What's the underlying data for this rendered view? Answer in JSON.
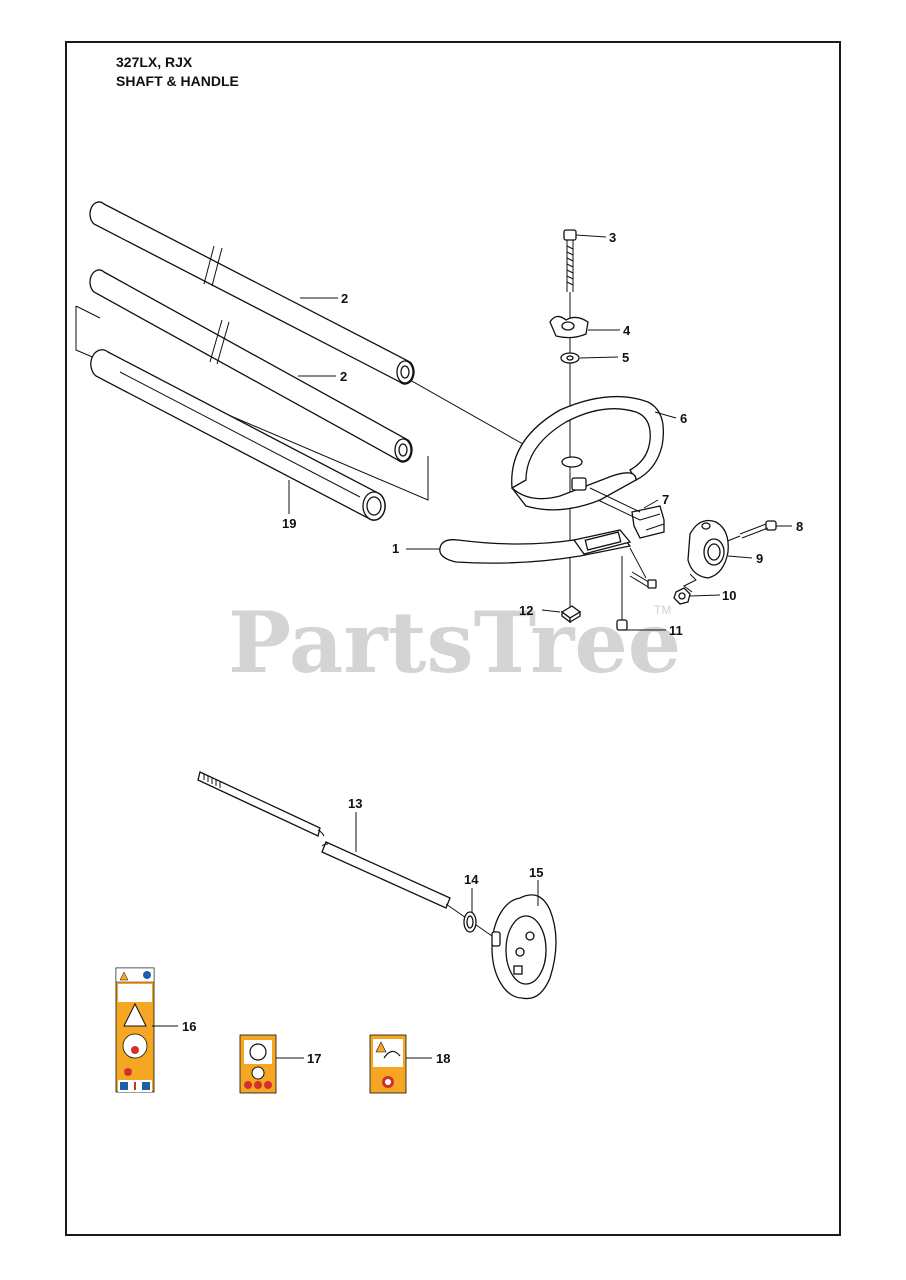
{
  "header": {
    "model": "327LX, RJX",
    "section": "SHAFT & HANDLE"
  },
  "watermark": {
    "text": "PartsTree",
    "trademark": "TM"
  },
  "colors": {
    "frame": "#1a1a1a",
    "watermark": "#d4d4d4",
    "decal_background": "#f5a623",
    "decal_warning_red": "#d0312d",
    "decal_blue": "#1f5fa8"
  },
  "parts": [
    {
      "number": "1"
    },
    {
      "number": "2"
    },
    {
      "number": "2"
    },
    {
      "number": "3"
    },
    {
      "number": "4"
    },
    {
      "number": "5"
    },
    {
      "number": "6"
    },
    {
      "number": "7"
    },
    {
      "number": "8"
    },
    {
      "number": "9"
    },
    {
      "number": "10"
    },
    {
      "number": "11"
    },
    {
      "number": "12"
    },
    {
      "number": "13"
    },
    {
      "number": "14"
    },
    {
      "number": "15"
    },
    {
      "number": "16"
    },
    {
      "number": "17"
    },
    {
      "number": "18"
    },
    {
      "number": "19"
    }
  ]
}
